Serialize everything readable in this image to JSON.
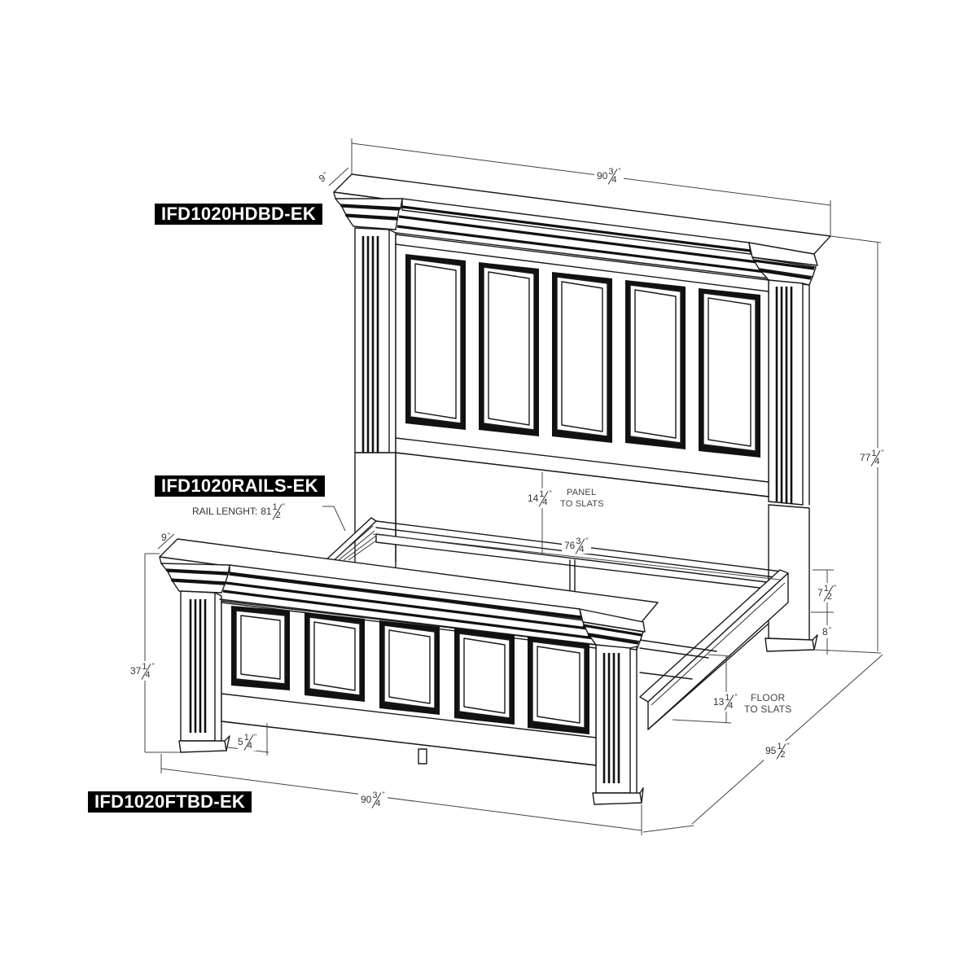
{
  "drawing": {
    "title": "Bed assembly dimension drawing",
    "parts": {
      "headboard": {
        "code": "IFD1020HDBD-EK"
      },
      "rails": {
        "code": "IFD1020RAILS-EK",
        "note_prefix": "RAIL LENGHT: 81",
        "note_whole": "81",
        "note_num": "1",
        "note_den": "2"
      },
      "footboard": {
        "code": "IFD1020FTBD-EK"
      }
    },
    "dimensions": {
      "headboard_width": {
        "whole": "90",
        "num": "3",
        "den": "4",
        "unit": "\""
      },
      "headboard_depth": {
        "whole": "9",
        "num": "",
        "den": "",
        "unit": "\""
      },
      "headboard_height": {
        "whole": "77",
        "num": "1",
        "den": "4",
        "unit": "\""
      },
      "panel_to_slats": {
        "whole": "14",
        "num": "1",
        "den": "4",
        "unit": "\"",
        "label_line1": "PANEL",
        "label_line2": "TO SLATS"
      },
      "inner_width": {
        "whole": "76",
        "num": "3",
        "den": "4",
        "unit": "\""
      },
      "rail_height": {
        "whole": "7",
        "num": "1",
        "den": "2",
        "unit": "\""
      },
      "leg_clearance": {
        "whole": "8",
        "num": "",
        "den": "",
        "unit": "\""
      },
      "floor_to_slats": {
        "whole": "13",
        "num": "1",
        "den": "4",
        "unit": "\"",
        "label_line1": "FLOOR",
        "label_line2": "TO SLATS"
      },
      "overall_length": {
        "whole": "95",
        "num": "1",
        "den": "2",
        "unit": "\""
      },
      "footboard_depth": {
        "whole": "9",
        "num": "",
        "den": "",
        "unit": "\""
      },
      "footboard_height": {
        "whole": "37",
        "num": "1",
        "den": "4",
        "unit": "\""
      },
      "footboard_clearance": {
        "whole": "5",
        "num": "1",
        "den": "4",
        "unit": "\""
      },
      "footboard_width": {
        "whole": "90",
        "num": "3",
        "den": "4",
        "unit": "\""
      }
    },
    "colors": {
      "ink": "#111111",
      "background": "#ffffff",
      "label_bg": "#000000",
      "label_text": "#ffffff"
    }
  }
}
